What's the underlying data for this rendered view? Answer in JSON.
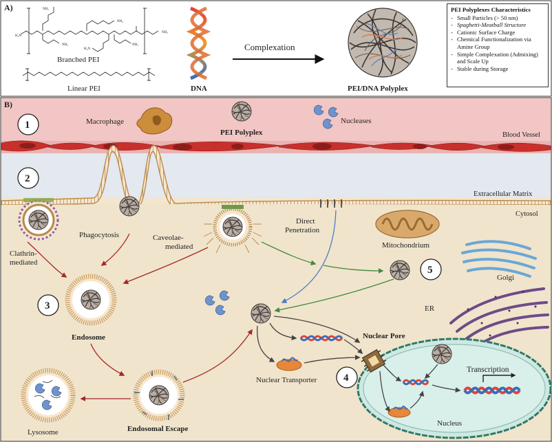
{
  "panel_a": {
    "label": "A)",
    "branched_pei": "Branched PEI",
    "linear_pei": "Linear PEI",
    "h2n": "H₂N",
    "nh2": "NH₂",
    "dna": "DNA",
    "complexation": "Complexation",
    "polyplex": "PEI/DNA Polyplex",
    "characteristics": {
      "title": "PEI Polyplexes Characteristics",
      "items": [
        "Small Particles (> 50 nm)",
        "Spaghetti-Meatball Structure",
        "Cationic Surface Charge",
        "Chemical Functionalization via Amine Group",
        "Simple Complexation (Admixing) and Scale Up",
        "Stable during Storage"
      ]
    }
  },
  "panel_b": {
    "label": "B)",
    "steps": [
      "1",
      "2",
      "3",
      "4",
      "5"
    ],
    "macrophage": "Macrophage",
    "pei_polyplex": "PEI Polyplex",
    "nucleases": "Nucleases",
    "blood_vessel": "Blood Vessel",
    "extracellular_matrix": "Extracellular Matrix",
    "cytosol": "Cytosol",
    "phagocytosis": "Phagocytosis",
    "caveolae_line1": "Caveolae-",
    "caveolae_line2": "mediated",
    "clathrin_line1": "Clathrin-",
    "clathrin_line2": "mediated",
    "direct_line1": "Direct",
    "direct_line2": "Penetration",
    "mitochondrium": "Mitochondrium",
    "golgi": "Golgi",
    "er": "ER",
    "endosome": "Endosome",
    "nuclear_pore": "Nuclear Pore",
    "nuclear_transporter": "Nuclear Transporter",
    "transcription": "Transcription",
    "nucleus": "Nucleus",
    "lysosome": "Lysosome",
    "endosomal_escape": "Endosomal Escape"
  },
  "colors": {
    "blood": "#f2c6c4",
    "rbc": "#c8302c",
    "ecm": "#e4e8ef",
    "cytosol": "#f0e4cc",
    "membrane": "#c99a5a",
    "nucleus": "#cfe8e2",
    "arrow_red": "#a4262c",
    "arrow_green": "#3f8a3c",
    "arrow_blue": "#4f79c2",
    "nuclease": "#6f93cc",
    "golgi": "#6aa6d6",
    "er": "#6d4b86",
    "mito": "#d8a96a"
  }
}
